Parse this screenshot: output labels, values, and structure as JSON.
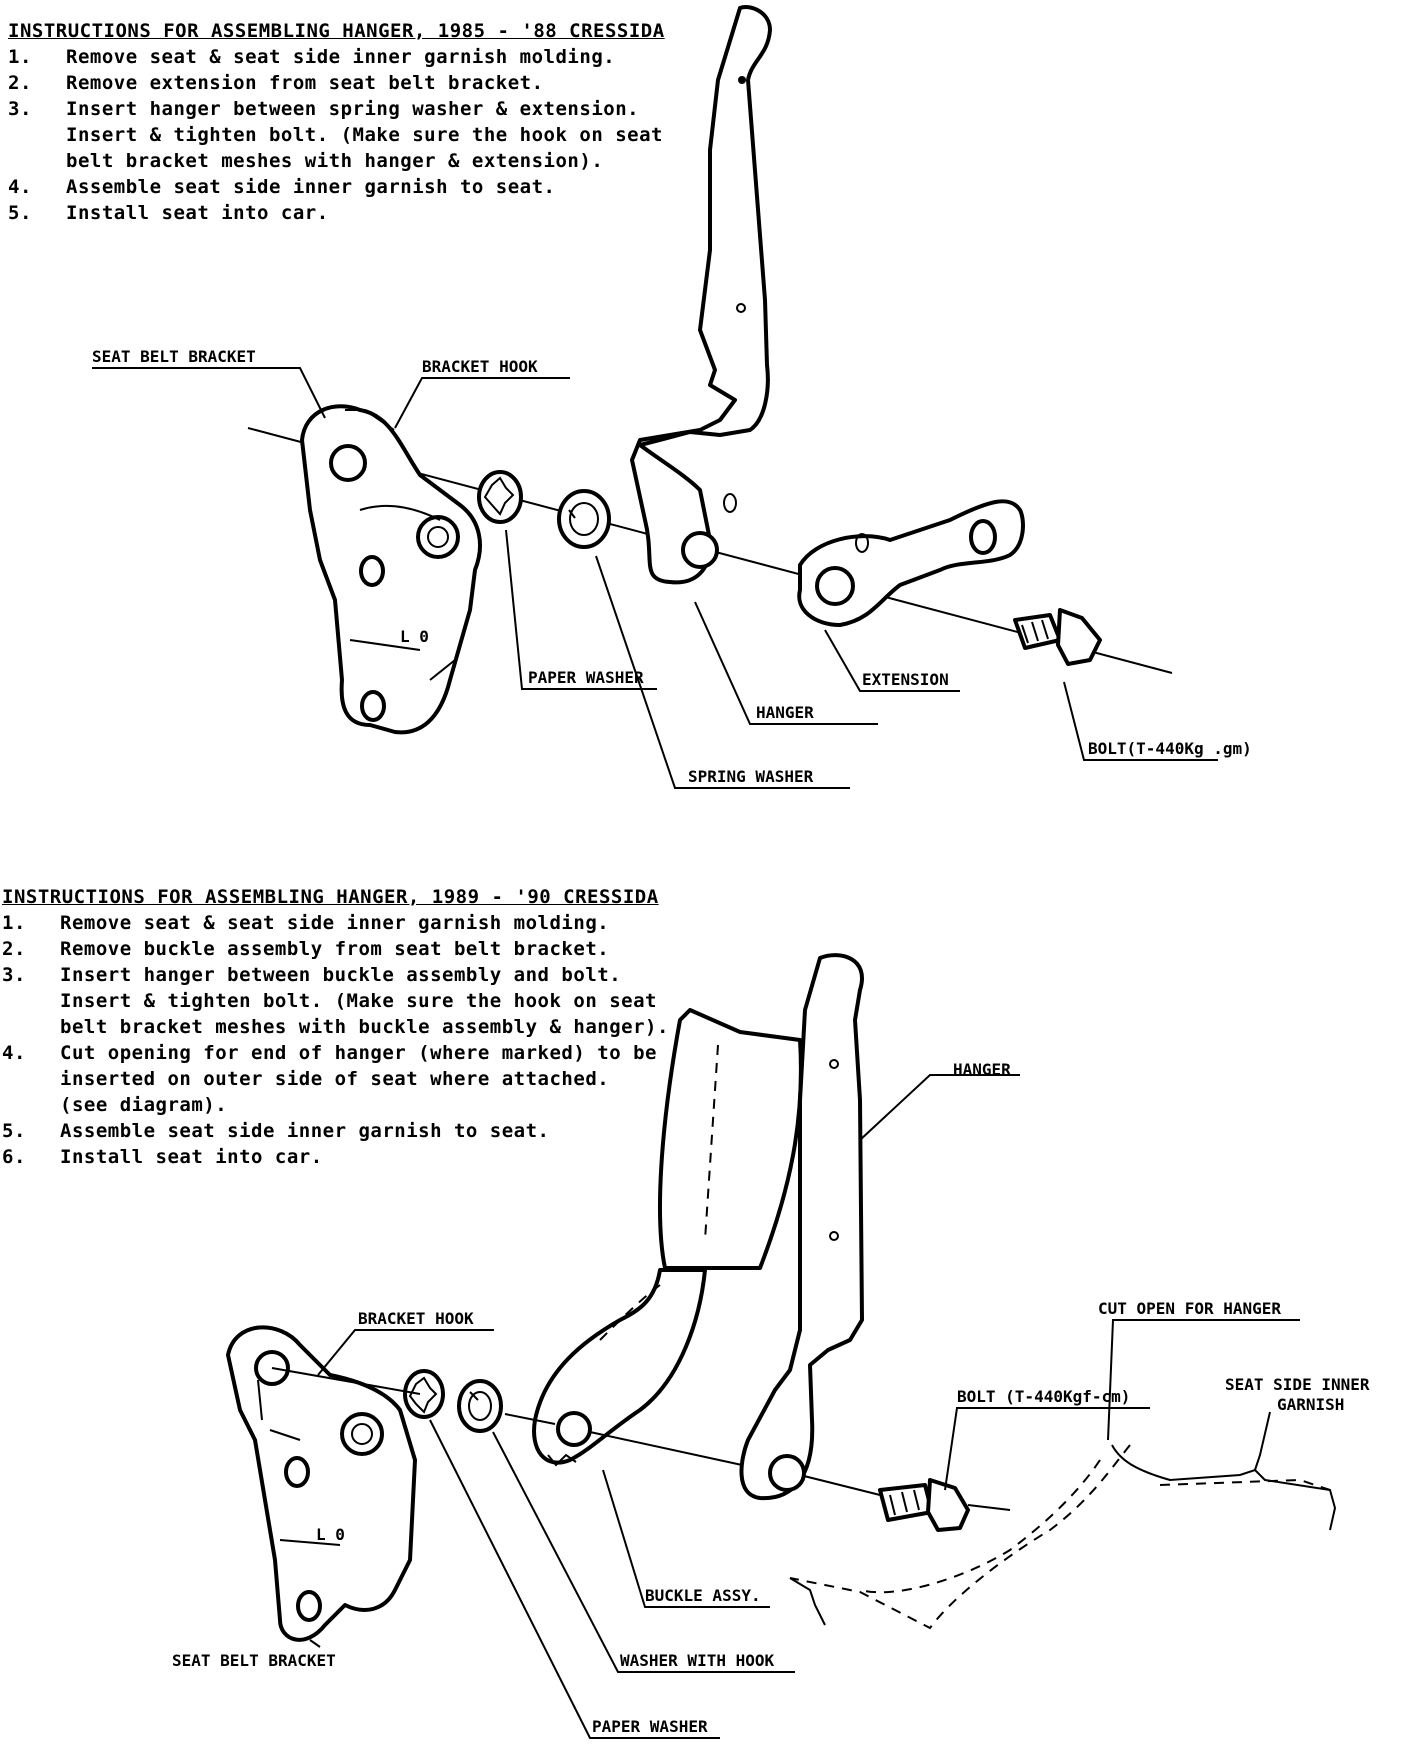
{
  "section1": {
    "title": "INSTRUCTIONS FOR ASSEMBLING HANGER, 1985 - '88 CRESSIDA",
    "steps": [
      {
        "num": "1.",
        "text": "Remove seat & seat side inner garnish molding."
      },
      {
        "num": "2.",
        "text": "Remove extension from seat belt bracket."
      },
      {
        "num": "3.",
        "text": "Insert hanger between spring washer & extension.\nInsert & tighten bolt. (Make sure the hook on seat\nbelt bracket meshes with hanger & extension)."
      },
      {
        "num": "4.",
        "text": "Assemble seat side inner garnish to seat."
      },
      {
        "num": "5.",
        "text": "Install seat into car."
      }
    ],
    "labels": {
      "seat_belt_bracket": "SEAT BELT BRACKET",
      "bracket_hook": "BRACKET HOOK",
      "paper_washer": "PAPER WASHER",
      "spring_washer": "SPRING WASHER",
      "hanger": "HANGER",
      "extension": "EXTENSION",
      "bolt": "BOLT(T-440Kg .gm)",
      "bracket_mark": "L 0"
    }
  },
  "section2": {
    "title": "INSTRUCTIONS FOR ASSEMBLING HANGER, 1989 - '90 CRESSIDA",
    "steps": [
      {
        "num": "1.",
        "text": "Remove seat & seat side inner garnish molding."
      },
      {
        "num": "2.",
        "text": "Remove buckle assembly from seat belt bracket."
      },
      {
        "num": "3.",
        "text": "Insert hanger between buckle assembly and bolt.\nInsert & tighten bolt. (Make sure the hook on seat\nbelt bracket meshes with buckle assembly & hanger)."
      },
      {
        "num": "4.",
        "text": "Cut opening for end of hanger (where marked) to be\ninserted on outer side of seat where attached.\n(see diagram)."
      },
      {
        "num": "5.",
        "text": "Assemble seat side inner garnish to seat."
      },
      {
        "num": "6.",
        "text": "Install seat into car."
      }
    ],
    "labels": {
      "hanger": "HANGER",
      "bracket_hook": "BRACKET HOOK",
      "cut_open": "CUT OPEN FOR HANGER",
      "bolt": "BOLT (T-440Kgf-cm)",
      "garnish_1": "SEAT SIDE INNER",
      "garnish_2": "GARNISH",
      "buckle_assy": "BUCKLE ASSY.",
      "washer_with_hook": "WASHER WITH HOOK",
      "paper_washer": "PAPER WASHER",
      "seat_belt_bracket": "SEAT BELT BRACKET",
      "bracket_mark": "L 0"
    }
  }
}
